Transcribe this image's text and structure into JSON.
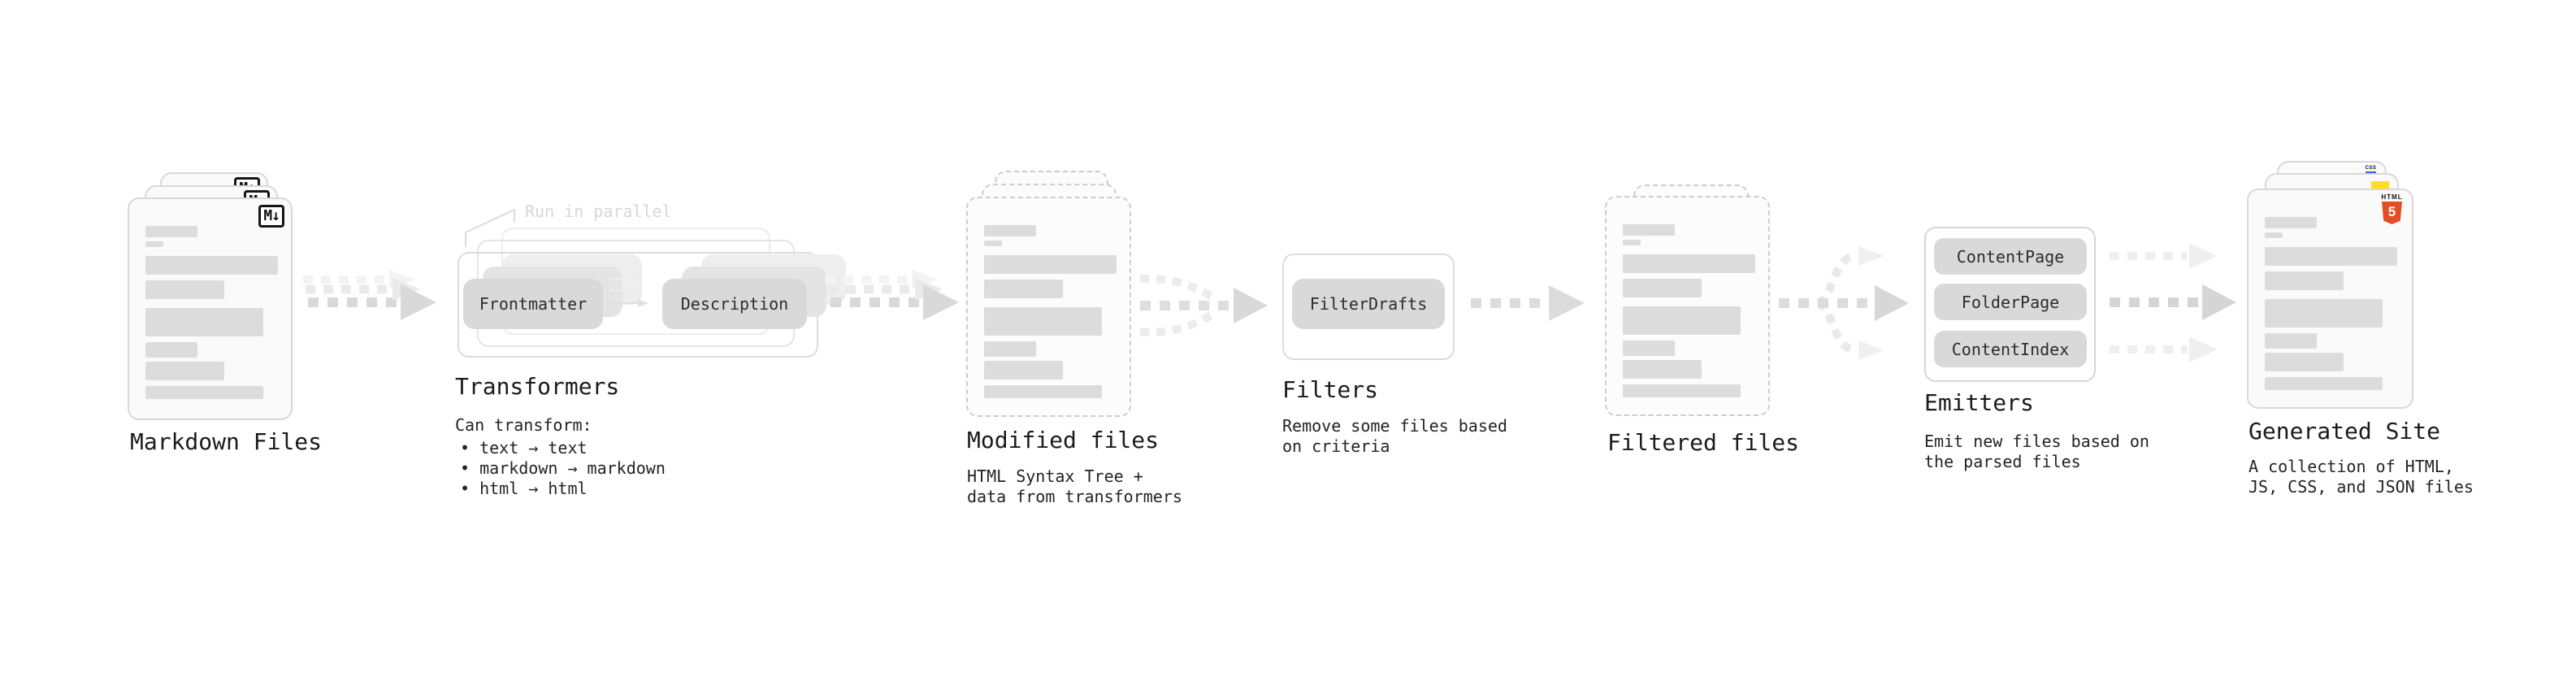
{
  "stages": {
    "markdown": {
      "label": "Markdown Files"
    },
    "transformers": {
      "label": "Transformers",
      "note": "Run in parallel",
      "node_a": "Frontmatter",
      "node_b": "Description",
      "desc_title": "Can transform:",
      "bullets": [
        "• text → text",
        "• markdown → markdown",
        "• html → html"
      ]
    },
    "modified": {
      "label": "Modified files",
      "desc1": "HTML Syntax Tree +",
      "desc2": "data from transformers"
    },
    "filters": {
      "label": "Filters",
      "node": "FilterDrafts",
      "desc1": "Remove some files based",
      "desc2": "on criteria"
    },
    "filtered": {
      "label": "Filtered files"
    },
    "emitters": {
      "label": "Emitters",
      "node1": "ContentPage",
      "node2": "FolderPage",
      "node3": "ContentIndex",
      "desc1": "Emit new files based on",
      "desc2": "the parsed files"
    },
    "generated": {
      "label": "Generated Site",
      "desc1": "A collection of HTML,",
      "desc2": "JS, CSS, and JSON files"
    }
  },
  "icons": {
    "markdown_badge": "M↓",
    "html5_label": "HTML",
    "html5_glyph": "5",
    "css_label": "CSS"
  },
  "colors": {
    "html5_orange": "#e44d26",
    "js_yellow": "#ffdf1e",
    "css_blue": "#2965f1",
    "card_border": "#d8d8d8",
    "bar_gray": "#dcdcdc",
    "arrow_gray": "#d9d9d9",
    "text_dark": "#1b1b1b",
    "note_gray": "#d7d7d7"
  }
}
